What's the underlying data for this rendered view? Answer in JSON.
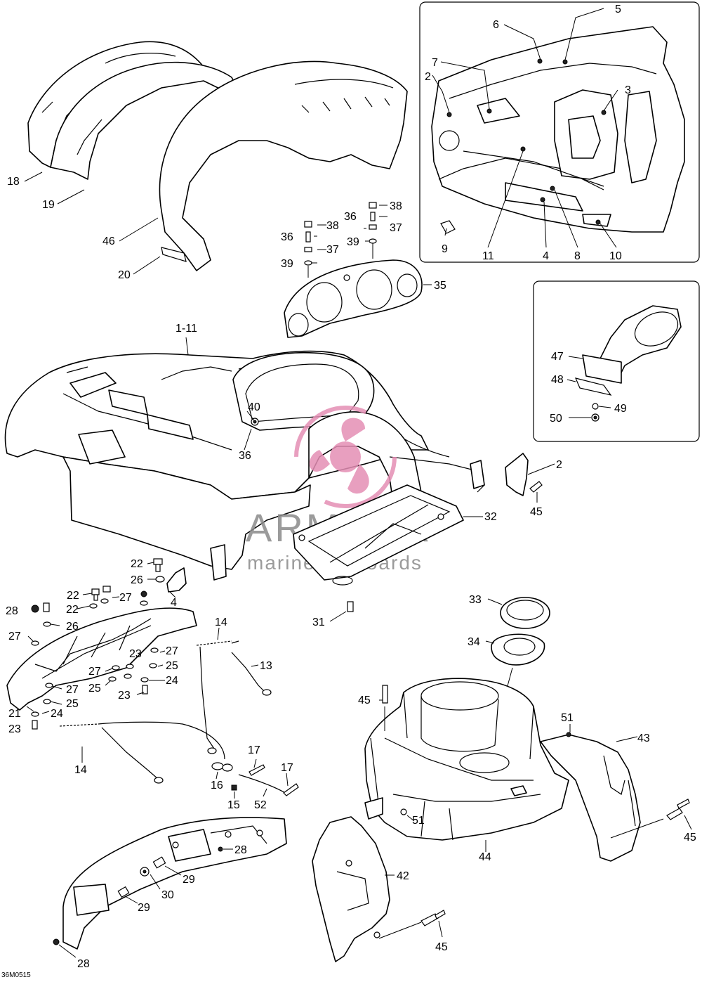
{
  "diagram": {
    "code": "36M0515",
    "watermark": {
      "brand": "ARMADA",
      "tagline": "marine outboards",
      "accent": "#e58fb5",
      "text_color": "#8a8a8a"
    },
    "callouts": {
      "c1_11": "1-11",
      "c2a": "2",
      "c2b": "2",
      "c3": "3",
      "c4a": "4",
      "c4b": "4",
      "c5": "5",
      "c6": "6",
      "c7": "7",
      "c8": "8",
      "c9": "9",
      "c10": "10",
      "c11": "11",
      "c13": "13",
      "c14a": "14",
      "c14b": "14",
      "c15": "15",
      "c16": "16",
      "c17a": "17",
      "c17b": "17",
      "c18": "18",
      "c19": "19",
      "c20": "20",
      "c21": "21",
      "c22a": "22",
      "c22b": "22",
      "c22c": "22",
      "c23a": "23",
      "c23b": "23",
      "c23c": "23",
      "c24a": "24",
      "c24b": "24",
      "c25a": "25",
      "c25b": "25",
      "c25c": "25",
      "c26a": "26",
      "c26b": "26",
      "c27a": "27",
      "c27b": "27",
      "c27c": "27",
      "c27d": "27",
      "c27e": "27",
      "c28a": "28",
      "c28b": "28",
      "c28c": "28",
      "c29a": "29",
      "c29b": "29",
      "c30": "30",
      "c31": "31",
      "c32": "32",
      "c33": "33",
      "c34": "34",
      "c35": "35",
      "c36a": "36",
      "c36b": "36",
      "c36c": "36",
      "c37a": "37",
      "c37b": "37",
      "c38a": "38",
      "c38b": "38",
      "c39a": "39",
      "c39b": "39",
      "c40": "40",
      "c42": "42",
      "c43": "43",
      "c44": "44",
      "c45a": "45",
      "c45b": "45",
      "c45c": "45",
      "c45d": "45",
      "c46": "46",
      "c47": "47",
      "c48": "48",
      "c49": "49",
      "c50": "50",
      "c51a": "51",
      "c51b": "51",
      "c52": "52"
    }
  }
}
